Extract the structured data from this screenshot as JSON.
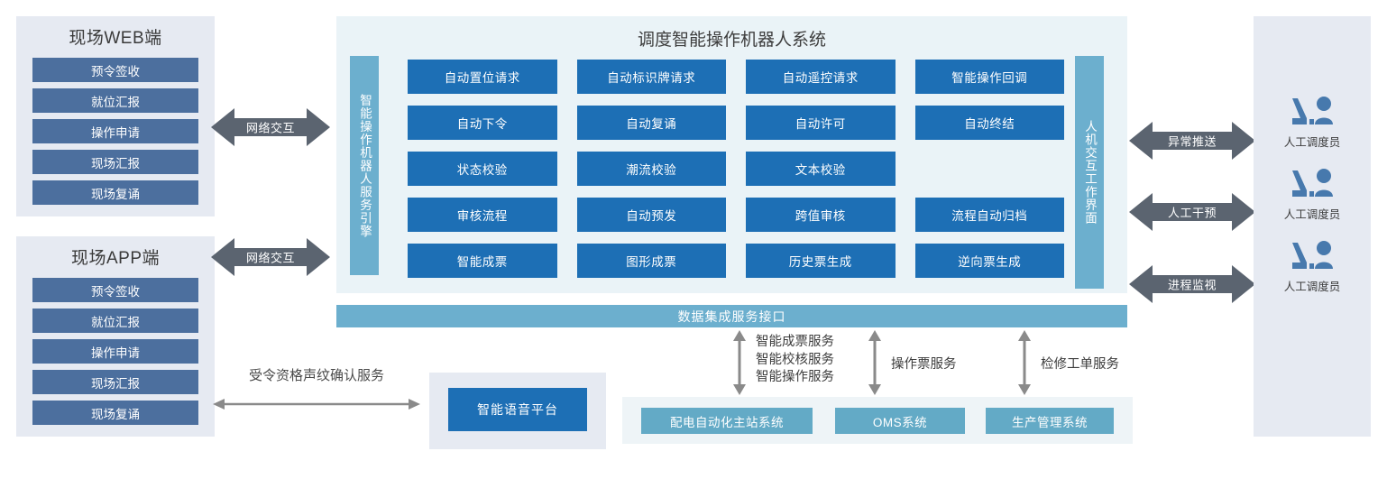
{
  "left_panels": [
    {
      "title": "现场WEB端",
      "items": [
        "预令签收",
        "就位汇报",
        "操作申请",
        "现场汇报",
        "现场复诵"
      ]
    },
    {
      "title": "现场APP端",
      "items": [
        "预令签收",
        "就位汇报",
        "操作申请",
        "现场汇报",
        "现场复诵"
      ]
    }
  ],
  "network_arrows": [
    "网络交互",
    "网络交互"
  ],
  "center": {
    "title": "调度智能操作机器人系统",
    "left_vbar": "智能操作机器人服务引擎",
    "right_vbar": "人机交互工作界面",
    "grid": [
      "自动置位请求",
      "自动标识牌请求",
      "自动遥控请求",
      "智能操作回调",
      "自动下令",
      "自动复诵",
      "自动许可",
      "自动终结",
      "状态校验",
      "潮流校验",
      "文本校验",
      "",
      "审核流程",
      "自动预发",
      "跨值审核",
      "流程自动归档",
      "智能成票",
      "图形成票",
      "历史票生成",
      "逆向票生成"
    ],
    "data_bar": "数据集成服务接口"
  },
  "right": {
    "arrows": [
      "异常推送",
      "人工干预",
      "进程监视"
    ],
    "operators": [
      "人工调度员",
      "人工调度员",
      "人工调度员"
    ]
  },
  "bottom": {
    "voice_arrow_label": "受令资格声纹确认服务",
    "voice_platform": "智能语音平台",
    "services": [
      "智能成票服务\n智能校核服务\n智能操作服务",
      "操作票服务",
      "检修工单服务"
    ],
    "systems": [
      "配电自动化主站系统",
      "OMS系统",
      "生产管理系统"
    ]
  },
  "colors": {
    "client_button": "#4c6f9e",
    "grid_box": "#1d6fb5",
    "vbar": "#6cafce",
    "system_box": "#63aac6",
    "arrow_grey": "#5b6470",
    "panel_grey": "#e6eaf2",
    "panel_lightblue": "#eaf3f7"
  }
}
